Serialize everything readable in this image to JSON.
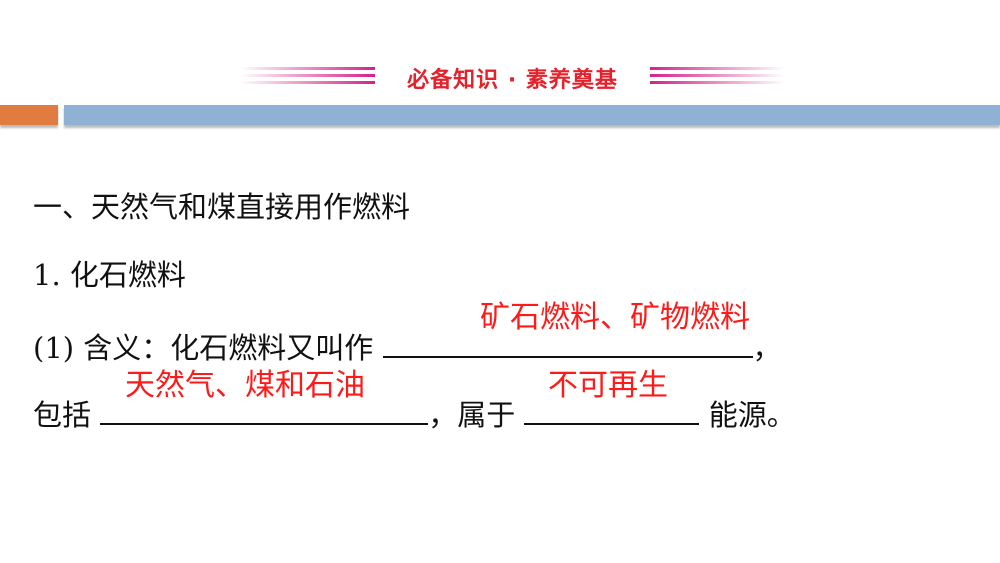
{
  "banner": {
    "title": "必备知识 · 素养奠基",
    "line_color": "#d6208a",
    "text_color": "#e5222b"
  },
  "header_bars": {
    "left_color": "#e07c40",
    "right_color": "#8fb1d3"
  },
  "content": {
    "heading": "一、天然气和煤直接用作燃料",
    "subheading": "1. 化石燃料",
    "line3": {
      "prefix": "(1) 含义：化石燃料又叫作",
      "suffix": "，"
    },
    "line4": {
      "prefix": "包括",
      "middle": "，属于",
      "suffix": "能源。"
    }
  },
  "answers": {
    "alias": "矿石燃料、矿物燃料",
    "includes": "天然气、煤和石油",
    "category": "不可再生",
    "color": "#ff1a1a"
  }
}
